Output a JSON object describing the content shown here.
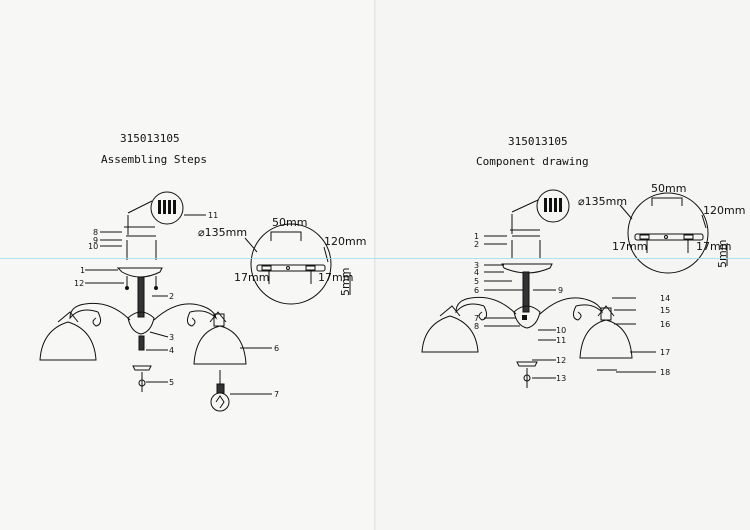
{
  "left": {
    "code": "315013105",
    "heading": "Assembling Steps",
    "callouts": [
      "1",
      "2",
      "3",
      "4",
      "5",
      "6",
      "7",
      "8",
      "9",
      "10",
      "11",
      "12"
    ],
    "dims": {
      "diameter": "⌀135mm",
      "width": "50mm",
      "length": "120mm",
      "a": "17mm",
      "b": "17mm",
      "c": "5mm"
    }
  },
  "right": {
    "code": "315013105",
    "heading": "Component  drawing",
    "callouts": [
      "1",
      "2",
      "3",
      "4",
      "5",
      "6",
      "7",
      "8",
      "9",
      "10",
      "11",
      "12",
      "13",
      "14",
      "15",
      "16",
      "17",
      "18"
    ],
    "dims": {
      "diameter": "⌀135mm",
      "width": "50mm",
      "length": "120mm",
      "a": "17mm",
      "b": "17mm",
      "c": "5mm"
    }
  }
}
